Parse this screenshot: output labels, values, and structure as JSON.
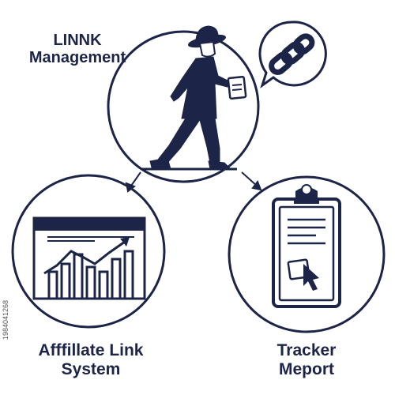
{
  "labels": {
    "top": [
      "LINNK",
      "Management"
    ],
    "left": [
      "Afffillate Link",
      "System"
    ],
    "right": [
      "Tracker",
      "Meport"
    ]
  },
  "watermark_id": "1984041268",
  "icons": {
    "top": "walking-man-with-hat-icon",
    "bubble": "chain-link-icon",
    "left": "browser-bar-chart-icon",
    "right": "clipboard-report-icon"
  },
  "colors": {
    "ink": "#1c2447",
    "background": "#ffffff"
  }
}
